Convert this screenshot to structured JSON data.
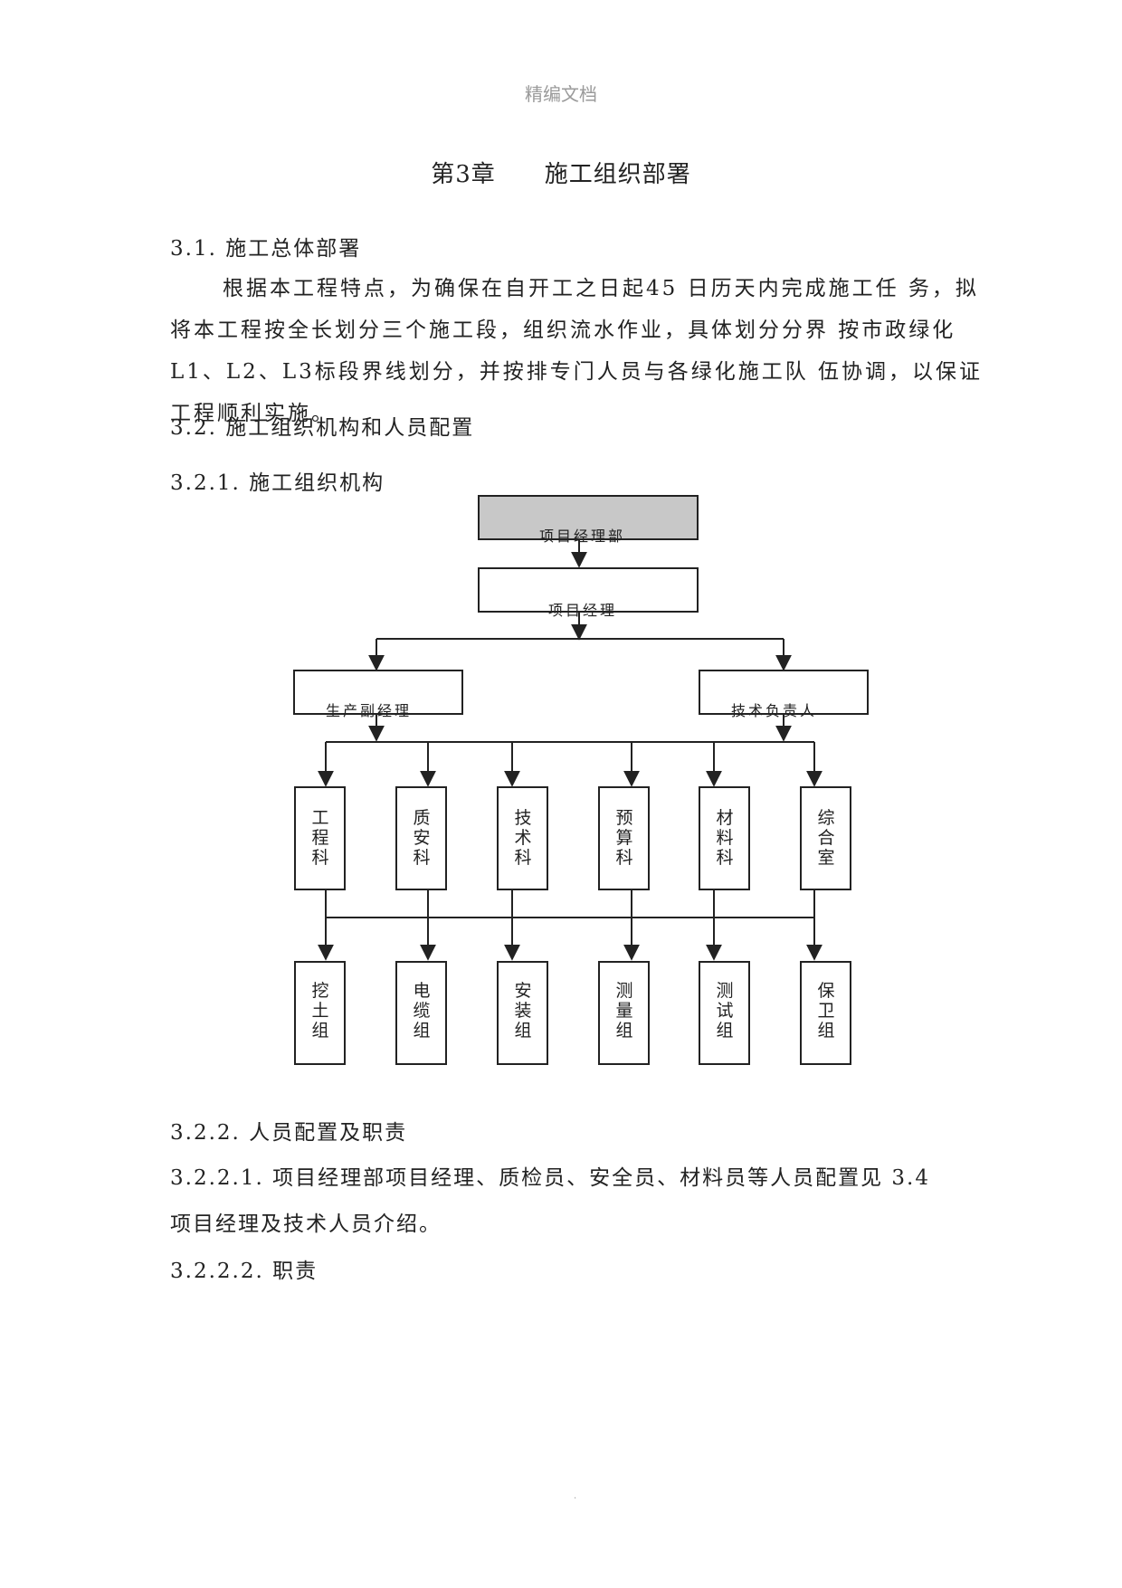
{
  "watermark": "精编文档",
  "chapter": {
    "number": "第3章",
    "title": "施工组织部署"
  },
  "s31": {
    "heading": "3.1.  施工总体部署",
    "paragraph": "根据本工程特点，为确保在自开工之日起45 日历天内完成施工任 务，拟将本工程按全长划分三个施工段，组织流水作业，具体划分分界 按市政绿化L1、L2、L3标段界线划分，并按排专门人员与各绿化施工队 伍协调，以保证工程顺利实施。"
  },
  "s32": {
    "heading": "3.2.  施工组织机构和人员配置"
  },
  "s321": {
    "heading": "3.2.1.  施工组织机构"
  },
  "org": {
    "top": "项目经理部",
    "manager": "项目经理",
    "deputy_left": "生产副经理",
    "deputy_right": "技术负责人",
    "departments": [
      "工程科",
      "质安科",
      "技术科",
      "预算科",
      "材料科",
      "综合室"
    ],
    "teams": [
      "挖土组",
      "电缆组",
      "安装组",
      "测量组",
      "测试组",
      "保卫组"
    ]
  },
  "s322": {
    "heading": "3.2.2.  人员配置及职责",
    "item1_line1": "3.2.2.1.  项目经理部项目经理、质检员、安全员、材料员等人员配置见 3.4",
    "item1_line2": "项目经理及技术人员介绍。",
    "item2": "3.2.2.2.  职责"
  },
  "footer_mark": "."
}
